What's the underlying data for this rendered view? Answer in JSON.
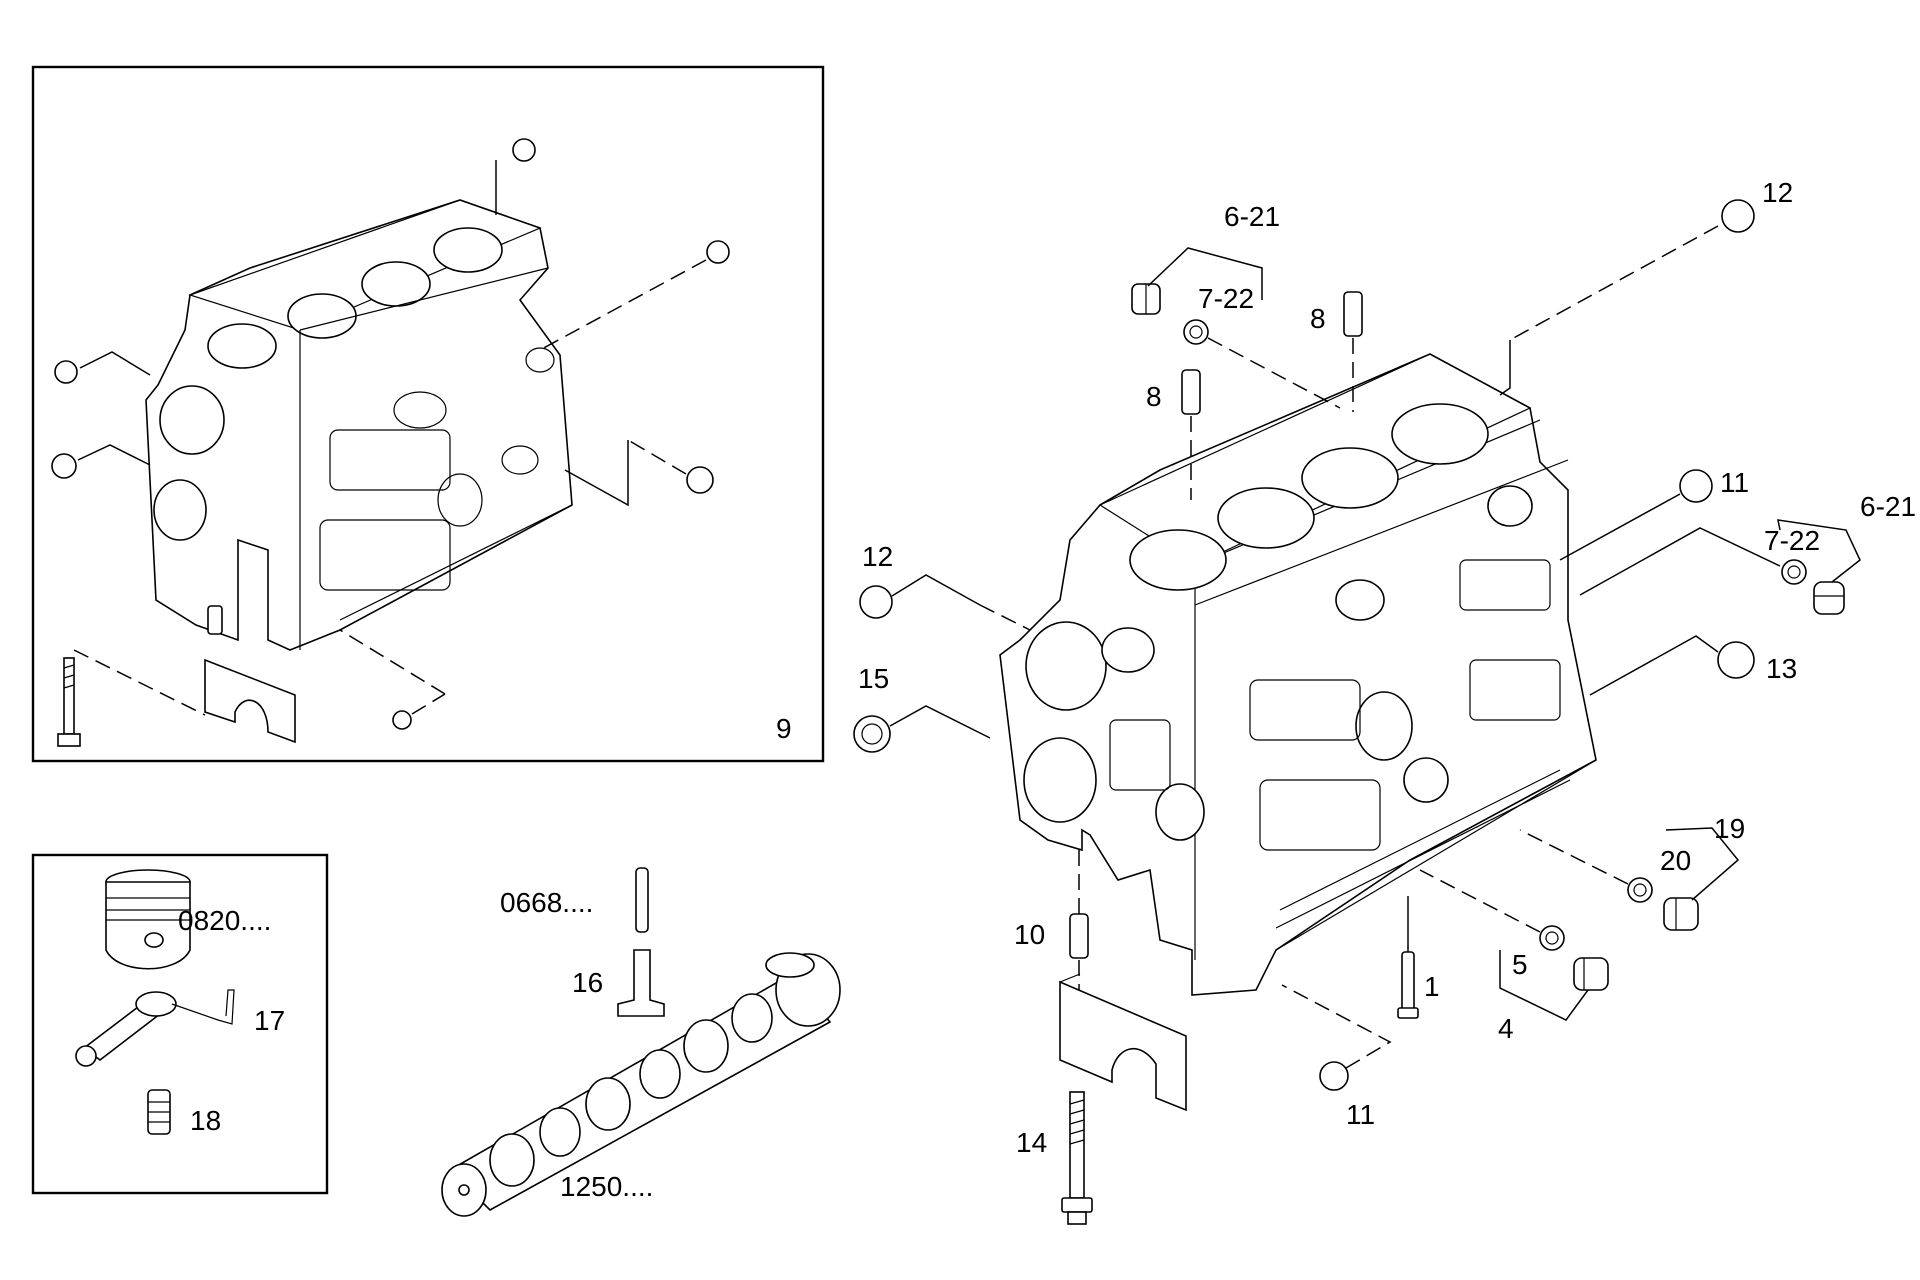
{
  "labels": {
    "p9": "9",
    "p12a": "12",
    "p12b": "12",
    "p15": "15",
    "p6_21a": "6-21",
    "p7_22a": "7-22",
    "p8a": "8",
    "p8b": "8",
    "p11a": "11",
    "p11b": "11",
    "p6_21b": "6-21",
    "p7_22b": "7-22",
    "p13": "13",
    "p19": "19",
    "p20": "20",
    "p5": "5",
    "p4": "4",
    "p1": "1",
    "p10": "10",
    "p14": "14",
    "p16": "16",
    "p17": "17",
    "p18": "18",
    "p0668": "0668....",
    "p0820": "0820....",
    "p1250": "1250...."
  }
}
